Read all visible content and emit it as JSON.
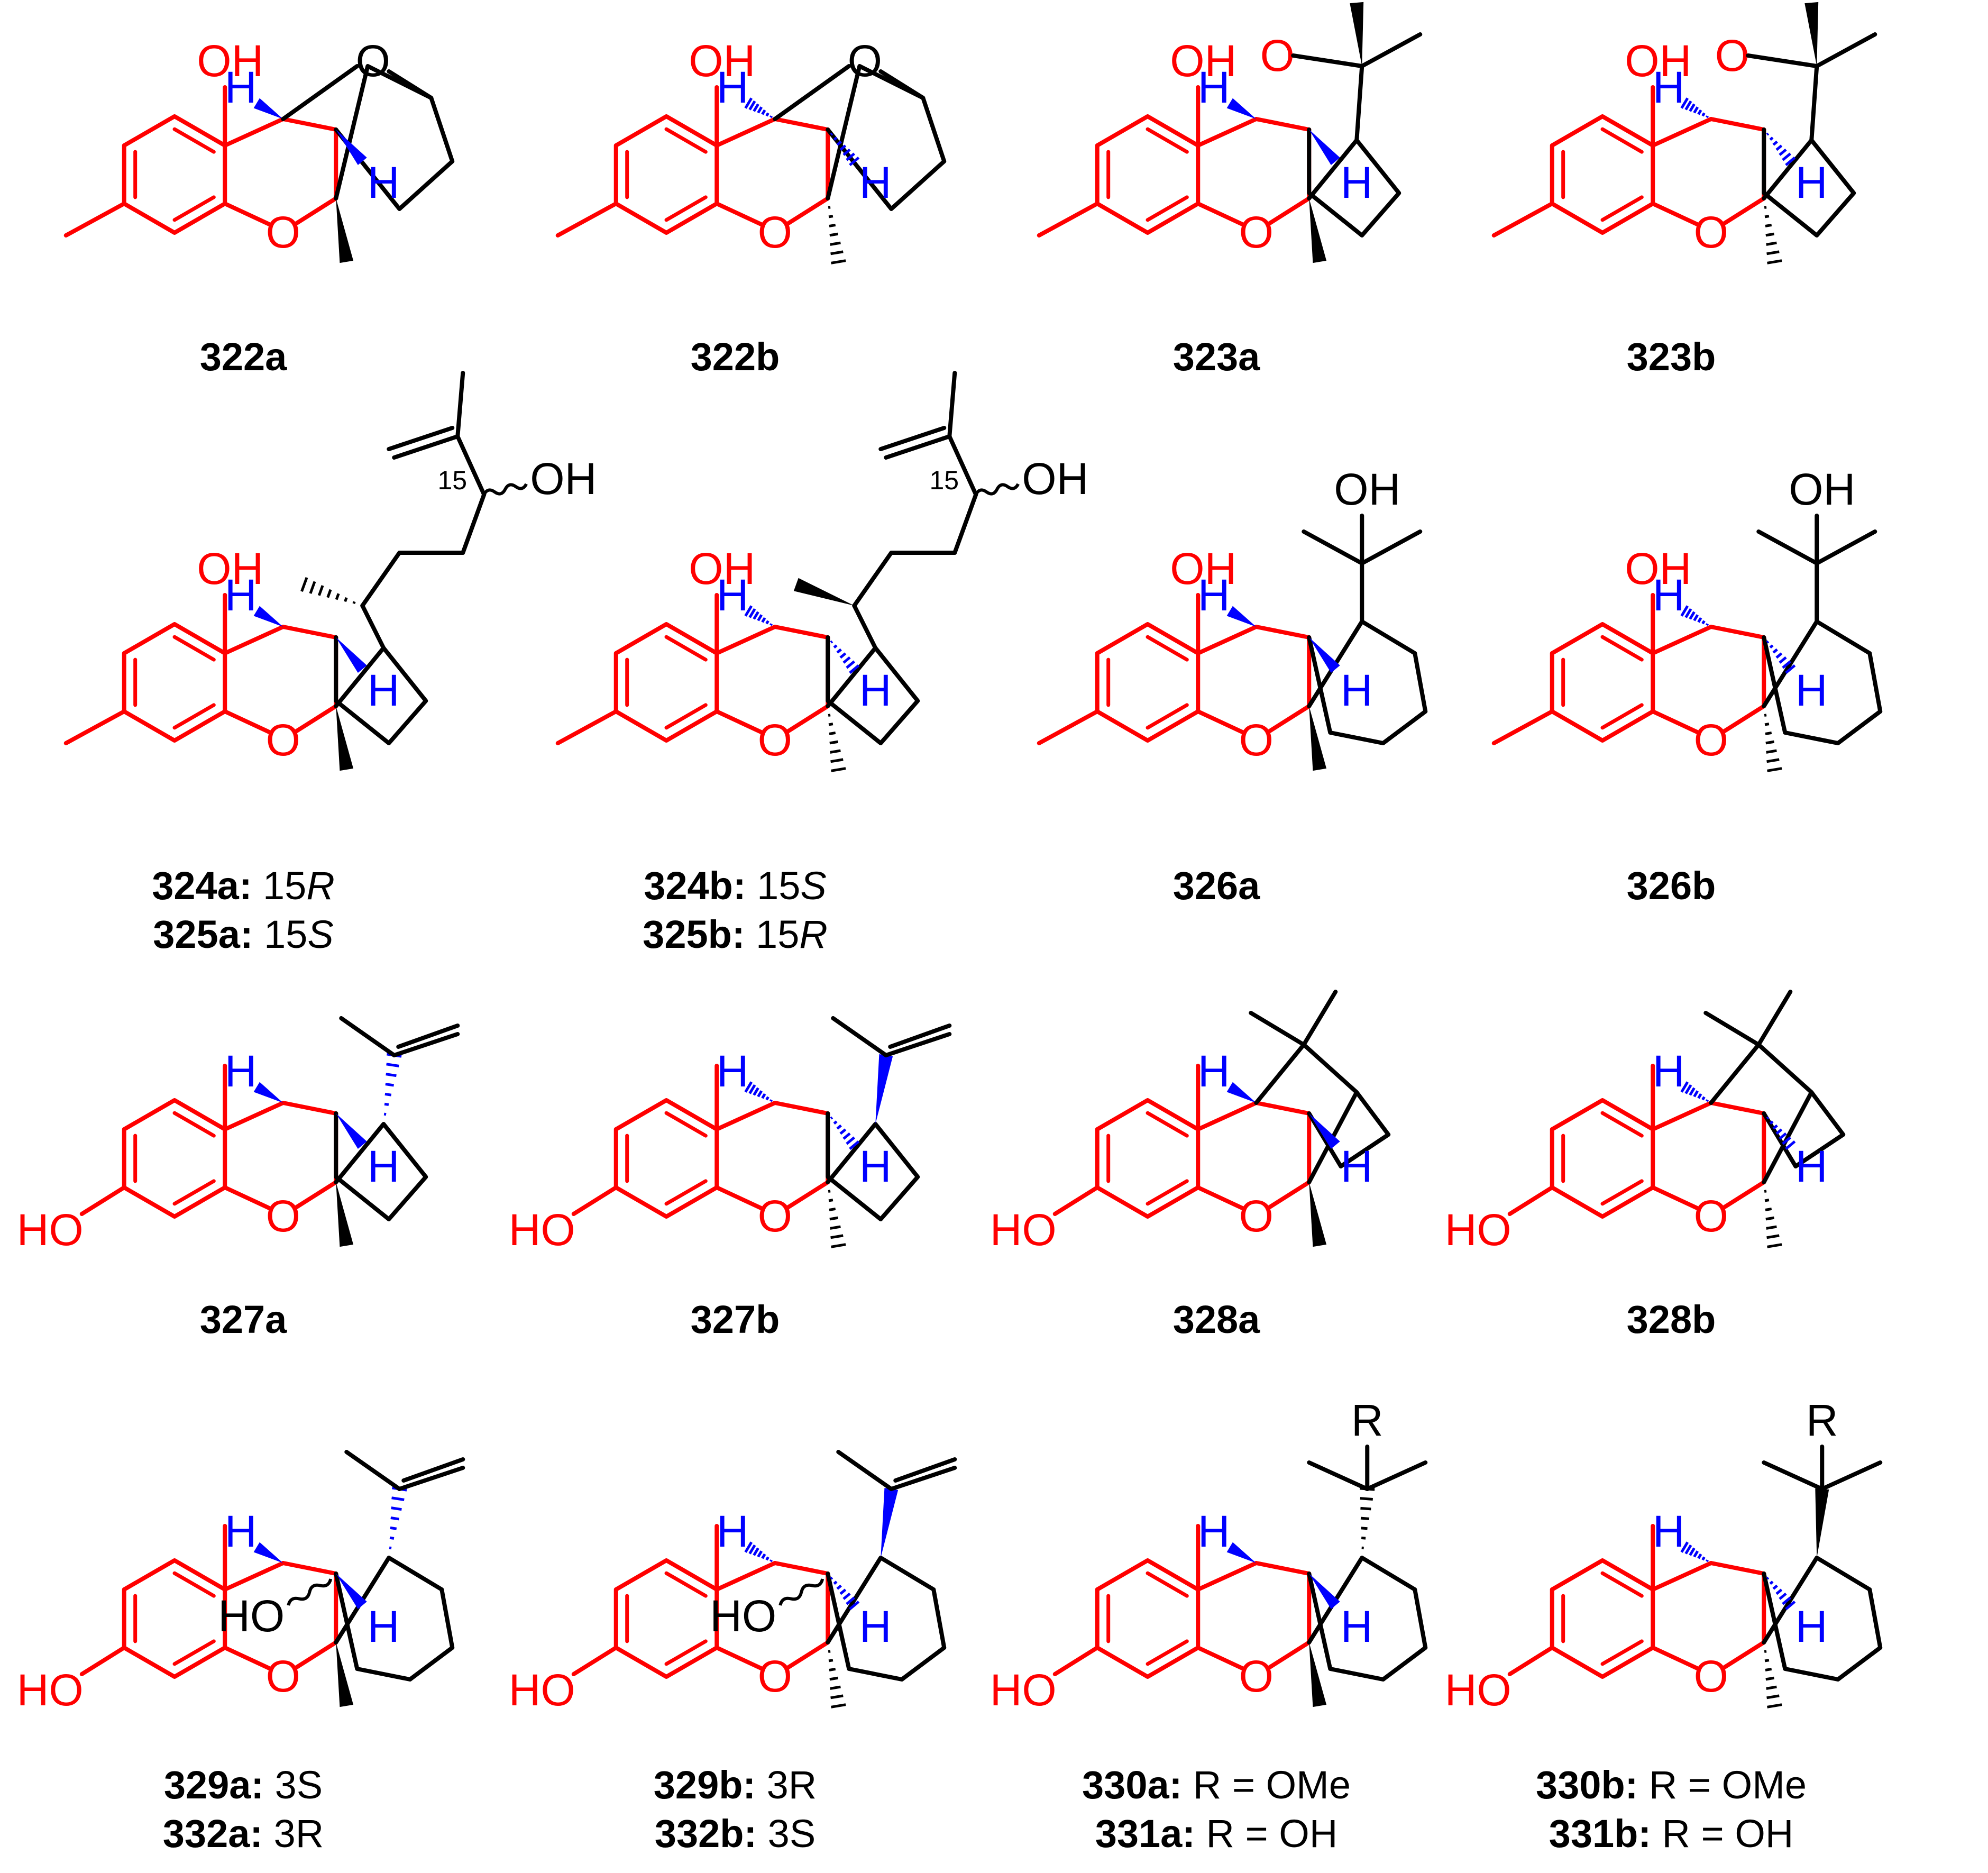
{
  "colors": {
    "core": "#ff0000",
    "stereo_h": "#0000ff",
    "skeleton": "#000000",
    "text": "#000000"
  },
  "atoms": {
    "oh": "OH",
    "ho": "HO",
    "o": "O",
    "h": "H",
    "r": "R",
    "c15": "15"
  },
  "compounds": [
    {
      "label_lines": [
        {
          "id": "322a",
          "desc": ""
        }
      ]
    },
    {
      "label_lines": [
        {
          "id": "322b",
          "desc": ""
        }
      ]
    },
    {
      "label_lines": [
        {
          "id": "323a",
          "desc": ""
        }
      ]
    },
    {
      "label_lines": [
        {
          "id": "323b",
          "desc": ""
        }
      ]
    },
    {
      "label_lines": [
        {
          "id": "324a:",
          "desc": " 15",
          "italic": "R"
        },
        {
          "id": "325a:",
          "desc": " 15",
          "italic": "S"
        }
      ]
    },
    {
      "label_lines": [
        {
          "id": "324b:",
          "desc": " 15",
          "italic": "S"
        },
        {
          "id": "325b:",
          "desc": " 15",
          "italic": "R"
        }
      ]
    },
    {
      "label_lines": [
        {
          "id": "326a",
          "desc": ""
        }
      ]
    },
    {
      "label_lines": [
        {
          "id": "326b",
          "desc": ""
        }
      ]
    },
    {
      "label_lines": [
        {
          "id": "327a",
          "desc": ""
        }
      ]
    },
    {
      "label_lines": [
        {
          "id": "327b",
          "desc": ""
        }
      ]
    },
    {
      "label_lines": [
        {
          "id": "328a",
          "desc": ""
        }
      ]
    },
    {
      "label_lines": [
        {
          "id": "328b",
          "desc": ""
        }
      ]
    },
    {
      "label_lines": [
        {
          "id": "329a:",
          "desc": " 3S"
        },
        {
          "id": "332a:",
          "desc": " 3R"
        }
      ]
    },
    {
      "label_lines": [
        {
          "id": "329b:",
          "desc": " 3R"
        },
        {
          "id": "332b:",
          "desc": " 3S"
        }
      ]
    },
    {
      "label_lines": [
        {
          "id": "330a:",
          "desc": " R = OMe"
        },
        {
          "id": "331a:",
          "desc": " R = OH"
        }
      ]
    },
    {
      "label_lines": [
        {
          "id": "330b:",
          "desc": " R = OMe"
        },
        {
          "id": "331b:",
          "desc": " R = OH"
        }
      ]
    }
  ]
}
